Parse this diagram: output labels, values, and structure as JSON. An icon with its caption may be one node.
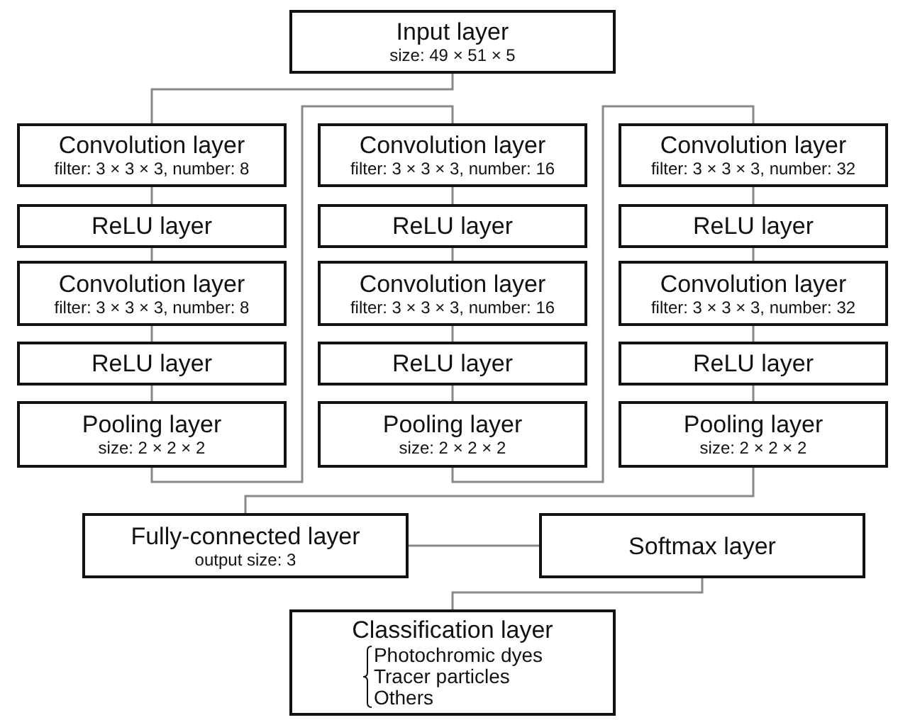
{
  "diagram": {
    "nodes": [
      {
        "text": [
          "Input layer",
          "size: 49 × 51 × 5"
        ]
      },
      {
        "text": [
          "Convolution layer",
          "filter: 3 × 3 × 3, number: 8"
        ]
      },
      {
        "text": [
          "ReLU layer"
        ]
      },
      {
        "text": [
          "Convolution layer",
          "filter: 3 × 3 × 3, number: 8"
        ]
      },
      {
        "text": [
          "ReLU layer"
        ]
      },
      {
        "text": [
          "Pooling layer",
          "size: 2 × 2 × 2"
        ]
      },
      {
        "text": [
          "Convolution layer",
          "filter: 3 × 3 × 3, number: 16"
        ]
      },
      {
        "text": [
          "ReLU layer"
        ]
      },
      {
        "text": [
          "Convolution layer",
          "filter: 3 × 3 × 3, number: 16"
        ]
      },
      {
        "text": [
          "ReLU layer"
        ]
      },
      {
        "text": [
          "Pooling layer",
          "size: 2 × 2 × 2"
        ]
      },
      {
        "text": [
          "Convolution layer",
          "filter: 3 × 3 × 3, number: 32"
        ]
      },
      {
        "text": [
          "ReLU layer"
        ]
      },
      {
        "text": [
          "Convolution layer",
          "filter: 3 × 3 × 3, number: 32"
        ]
      },
      {
        "text": [
          "ReLU layer"
        ]
      },
      {
        "text": [
          "Pooling layer",
          "size: 2 × 2 × 2"
        ]
      },
      {
        "text": [
          "Fully-connected layer",
          "output size: 3"
        ]
      },
      {
        "text": [
          "Softmax layer"
        ]
      },
      {
        "text": [
          "Classification layer",
          "Photochromic dyes",
          "Tracer particles",
          "Others"
        ]
      }
    ],
    "edges": [
      {
        "from": 0,
        "to": 1,
        "arrow": "none"
      },
      {
        "from": 1,
        "to": 2,
        "arrow": "none"
      },
      {
        "from": 2,
        "to": 3,
        "arrow": "none"
      },
      {
        "from": 3,
        "to": 4,
        "arrow": "none"
      },
      {
        "from": 4,
        "to": 5,
        "arrow": "none"
      },
      {
        "from": 5,
        "to": 6,
        "arrow": "none"
      },
      {
        "from": 6,
        "to": 7,
        "arrow": "none"
      },
      {
        "from": 7,
        "to": 8,
        "arrow": "none"
      },
      {
        "from": 8,
        "to": 9,
        "arrow": "none"
      },
      {
        "from": 9,
        "to": 10,
        "arrow": "none"
      },
      {
        "from": 10,
        "to": 11,
        "arrow": "none"
      },
      {
        "from": 11,
        "to": 12,
        "arrow": "none"
      },
      {
        "from": 12,
        "to": 13,
        "arrow": "none"
      },
      {
        "from": 13,
        "to": 14,
        "arrow": "none"
      },
      {
        "from": 14,
        "to": 15,
        "arrow": "none"
      },
      {
        "from": 15,
        "to": 16,
        "arrow": "none"
      },
      {
        "from": 16,
        "to": 17,
        "arrow": "none"
      },
      {
        "from": 17,
        "to": 18,
        "arrow": "none"
      }
    ]
  }
}
